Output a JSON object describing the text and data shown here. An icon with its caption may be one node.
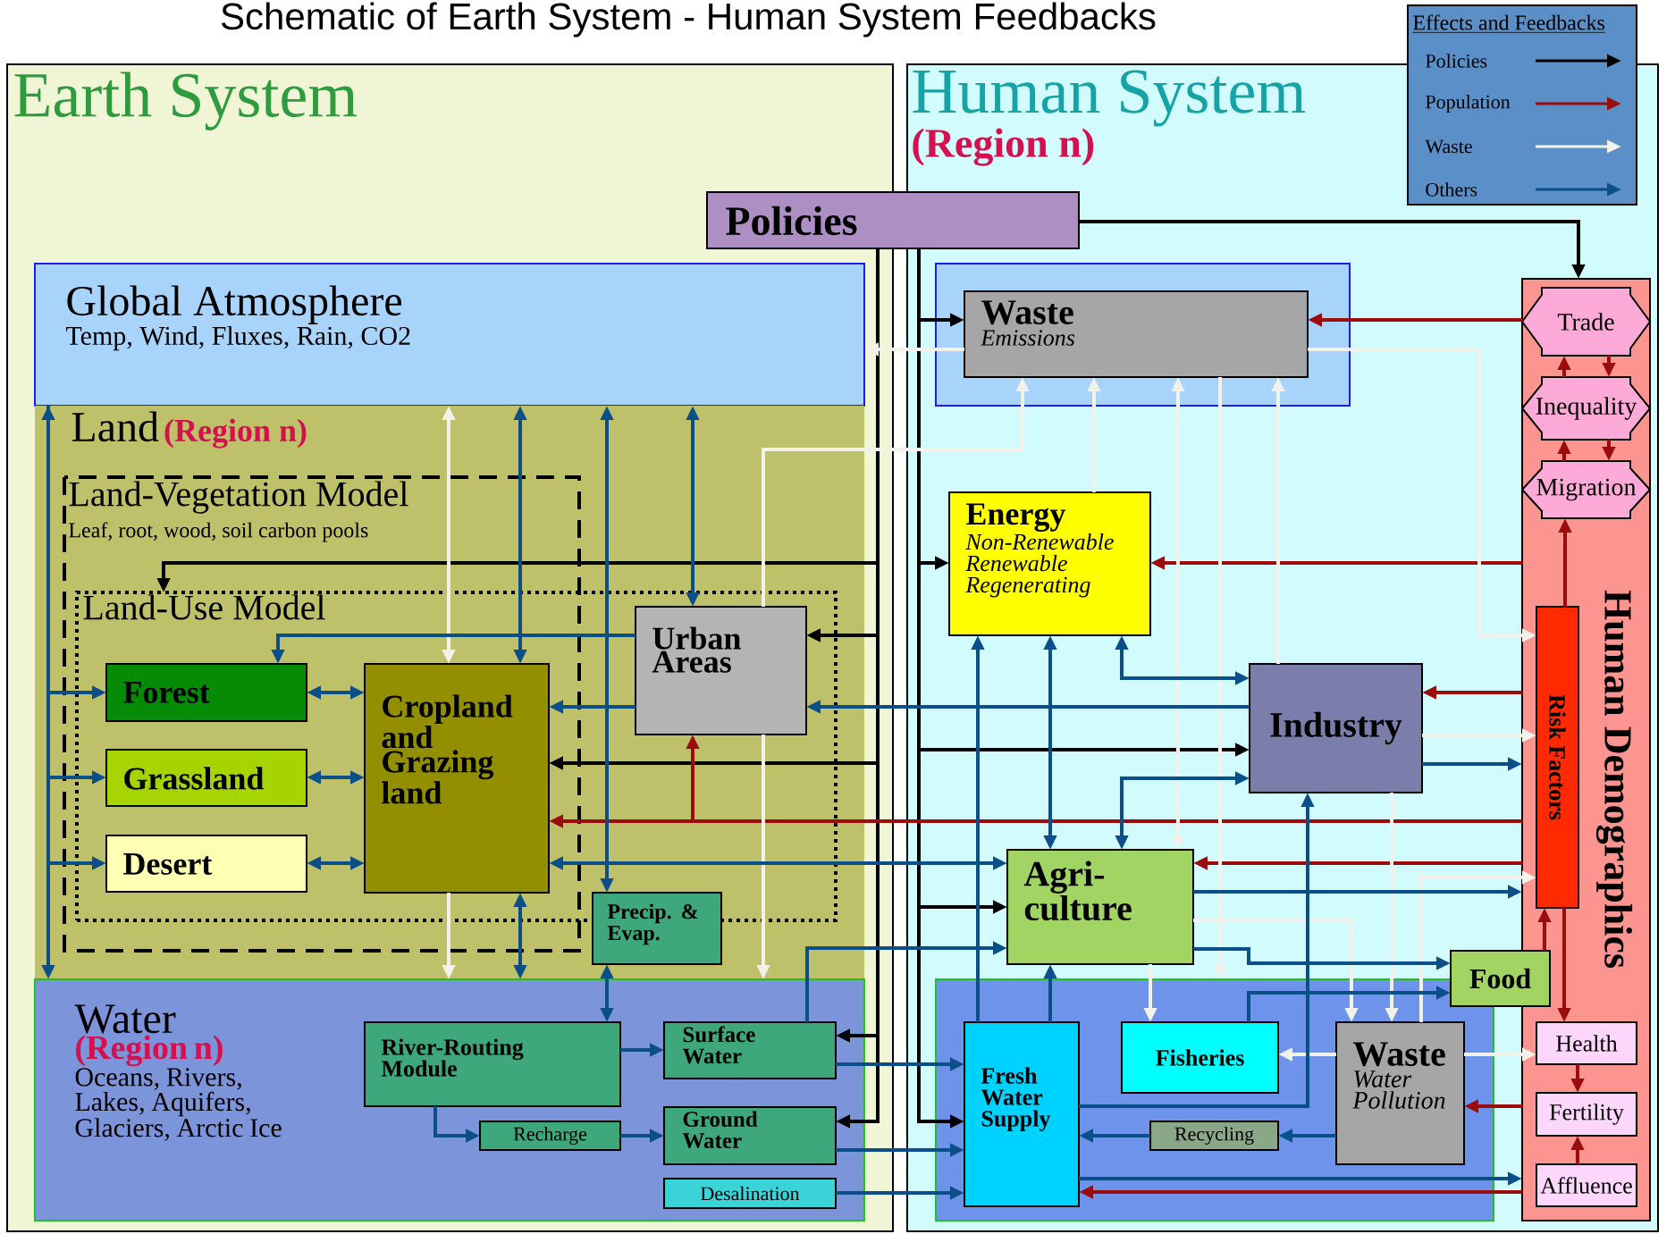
{
  "diagram": {
    "title": "Schematic of Earth System - Human System Feedbacks",
    "nodes": [
      {
        "text": [
          "Earth System"
        ]
      },
      {
        "text": [
          "Global Atmosphere",
          "Temp, Wind, Fluxes, Rain, CO2"
        ],
        "in": 0
      },
      {
        "text": [
          "Land",
          "(Region n)"
        ],
        "in": 0
      },
      {
        "text": [
          "Land-Use Model"
        ],
        "in": 2
      },
      {
        "text": [
          "Forest"
        ],
        "in": 3
      },
      {
        "text": [
          "Grassland"
        ],
        "in": 3
      },
      {
        "text": [
          "Desert"
        ],
        "in": 3
      },
      {
        "text": [
          "Cropland and Grazing land"
        ],
        "in": 3
      },
      {
        "text": [
          "Urban Areas"
        ],
        "in": 3
      },
      {
        "text": [
          "Precip. & Evap."
        ],
        "in": 2
      },
      {
        "text": [
          "Water",
          "(Region n)",
          "Oceans, Rivers, Lakes, Aquifers, Glaciers, Arctic Ice"
        ],
        "in": 0
      },
      {
        "text": [
          "River-Routing Module"
        ],
        "in": 10
      },
      {
        "text": [
          "Surface Water"
        ],
        "in": 10
      },
      {
        "text": [
          "Recharge"
        ],
        "in": 10
      },
      {
        "text": [
          "Ground Water"
        ],
        "in": 10
      },
      {
        "text": [
          "Desalination"
        ],
        "in": 10
      },
      {
        "text": [
          "Human System",
          "(Region n)"
        ]
      },
      {
        "text": [
          "Policies"
        ]
      },
      {
        "text": [],
        "shape": "box",
        "in": 16
      },
      {
        "text": [
          "Waste",
          "Emissions"
        ],
        "in": 18
      },
      {
        "text": [
          "Energy",
          "Non-Renewable",
          "Renewable",
          "Regenerating"
        ],
        "in": 16
      },
      {
        "text": [
          "Industry"
        ],
        "in": 16
      },
      {
        "text": [
          "Agri- culture"
        ],
        "in": 16
      },
      {
        "text": [
          "Food"
        ],
        "in": 16
      },
      {
        "text": [],
        "shape": "box",
        "in": 16
      },
      {
        "text": [
          "Fresh Water Supply"
        ],
        "in": 24
      },
      {
        "text": [
          "Fisheries"
        ],
        "in": 24
      },
      {
        "text": [
          "Waste",
          "Water Pollution"
        ],
        "in": 24
      },
      {
        "text": [
          "Recycling"
        ],
        "in": 24
      },
      {
        "text": [
          "Human Demographics"
        ],
        "in": 16
      },
      {
        "text": [
          "Trade"
        ],
        "in": 29
      },
      {
        "text": [
          "Inequality"
        ],
        "in": 29
      },
      {
        "text": [
          "Migration"
        ],
        "in": 29
      },
      {
        "text": [
          "Risk Factors"
        ],
        "in": 29
      },
      {
        "text": [
          "Health"
        ],
        "in": 29
      },
      {
        "text": [
          "Fertility"
        ],
        "in": 29
      },
      {
        "text": [
          "Affluence"
        ],
        "in": 29
      }
    ],
    "edges": [
      {
        "from": 17,
        "to": 3,
        "arrow": "to",
        "color": "#000000"
      },
      {
        "from": 17,
        "to": 8,
        "arrow": "to",
        "color": "#000000"
      },
      {
        "from": 17,
        "to": 7,
        "arrow": "to",
        "color": "#000000"
      },
      {
        "from": 17,
        "to": 12,
        "arrow": "to",
        "color": "#000000"
      },
      {
        "from": 17,
        "to": 14,
        "arrow": "to",
        "color": "#000000"
      },
      {
        "from": 17,
        "to": 19,
        "arrow": "to",
        "color": "#000000"
      },
      {
        "from": 17,
        "to": 20,
        "arrow": "to",
        "color": "#000000"
      },
      {
        "from": 17,
        "to": 21,
        "arrow": "to",
        "color": "#000000"
      },
      {
        "from": 17,
        "to": 22,
        "arrow": "to",
        "color": "#000000"
      },
      {
        "from": 17,
        "to": 25,
        "arrow": "to",
        "color": "#000000"
      },
      {
        "from": 17,
        "to": 29,
        "arrow": "to",
        "color": "#000000"
      },
      {
        "from": 29,
        "to": 19,
        "arrow": "to",
        "color": "#9b0d0d"
      },
      {
        "from": 29,
        "to": 20,
        "arrow": "to",
        "color": "#9b0d0d"
      },
      {
        "from": 29,
        "to": 21,
        "arrow": "to",
        "color": "#9b0d0d"
      },
      {
        "from": 29,
        "to": 7,
        "arrow": "to",
        "color": "#9b0d0d"
      },
      {
        "from": 29,
        "to": 8,
        "arrow": "to",
        "color": "#9b0d0d"
      },
      {
        "from": 29,
        "to": 22,
        "arrow": "to",
        "color": "#9b0d0d"
      },
      {
        "from": 29,
        "to": 27,
        "arrow": "to",
        "color": "#9b0d0d"
      },
      {
        "from": 29,
        "to": 25,
        "arrow": "to",
        "color": "#9b0d0d"
      },
      {
        "from": 33,
        "to": 32,
        "arrow": "to",
        "color": "#9b0d0d"
      },
      {
        "from": 23,
        "to": 33,
        "arrow": "to",
        "color": "#9b0d0d"
      },
      {
        "from": 33,
        "to": 34,
        "arrow": "to",
        "color": "#9b0d0d"
      },
      {
        "from": 34,
        "to": 35,
        "arrow": "to",
        "color": "#9b0d0d"
      },
      {
        "from": 36,
        "to": 35,
        "arrow": "to",
        "color": "#9b0d0d"
      },
      {
        "from": 31,
        "to": 30,
        "arrow": "to",
        "color": "#9b0d0d"
      },
      {
        "from": 30,
        "to": 31,
        "arrow": "to",
        "color": "#9b0d0d"
      },
      {
        "from": 32,
        "to": 31,
        "arrow": "to",
        "color": "#9b0d0d"
      },
      {
        "from": 31,
        "to": 32,
        "arrow": "to",
        "color": "#9b0d0d"
      },
      {
        "from": 19,
        "to": 1,
        "arrow": "to",
        "color": "#f2f2ea"
      },
      {
        "from": 19,
        "to": 33,
        "arrow": "to",
        "color": "#f2f2ea"
      },
      {
        "from": 20,
        "to": 19,
        "arrow": "to",
        "color": "#f2f2ea"
      },
      {
        "from": 21,
        "to": 19,
        "arrow": "to",
        "color": "#f2f2ea"
      },
      {
        "from": 22,
        "to": 19,
        "arrow": "both",
        "color": "#f2f2ea"
      },
      {
        "from": 19,
        "to": 24,
        "arrow": "to",
        "color": "#f2f2ea"
      },
      {
        "from": 7,
        "to": 1,
        "arrow": "both",
        "color": "#f2f2ea"
      },
      {
        "from": 7,
        "to": 10,
        "arrow": "to",
        "color": "#f2f2ea"
      },
      {
        "from": 8,
        "to": 19,
        "arrow": "to",
        "color": "#f2f2ea"
      },
      {
        "from": 8,
        "to": 10,
        "arrow": "to",
        "color": "#f2f2ea"
      },
      {
        "from": 22,
        "to": 26,
        "arrow": "to",
        "color": "#f2f2ea"
      },
      {
        "from": 22,
        "to": 27,
        "arrow": "to",
        "color": "#f2f2ea"
      },
      {
        "from": 21,
        "to": 27,
        "arrow": "to",
        "color": "#f2f2ea"
      },
      {
        "from": 21,
        "to": 33,
        "arrow": "to",
        "color": "#f2f2ea"
      },
      {
        "from": 27,
        "to": 33,
        "arrow": "to",
        "color": "#f2f2ea"
      },
      {
        "from": 27,
        "to": 26,
        "arrow": "to",
        "color": "#f2f2ea"
      },
      {
        "from": 27,
        "to": 34,
        "arrow": "to",
        "color": "#f2f2ea"
      },
      {
        "from": 1,
        "to": 10,
        "arrow": "both"
      },
      {
        "from": 1,
        "to": 4,
        "arrow": "to"
      },
      {
        "from": 1,
        "to": 5,
        "arrow": "to"
      },
      {
        "from": 1,
        "to": 6,
        "arrow": "to"
      },
      {
        "from": 4,
        "to": 7,
        "arrow": "both"
      },
      {
        "from": 5,
        "to": 7,
        "arrow": "both"
      },
      {
        "from": 6,
        "to": 7,
        "arrow": "both"
      },
      {
        "from": 1,
        "to": 7,
        "arrow": "both"
      },
      {
        "from": 7,
        "to": 10,
        "arrow": "both"
      },
      {
        "from": 1,
        "to": 9,
        "arrow": "both"
      },
      {
        "from": 1,
        "to": 8,
        "arrow": "both"
      },
      {
        "from": 8,
        "to": 4,
        "arrow": "to"
      },
      {
        "from": 8,
        "to": 7,
        "arrow": "to"
      },
      {
        "from": 21,
        "to": 8,
        "arrow": "to"
      },
      {
        "from": 7,
        "to": 22,
        "arrow": "both"
      },
      {
        "from": 9,
        "to": 11,
        "arrow": "both"
      },
      {
        "from": 11,
        "to": 12,
        "arrow": "to"
      },
      {
        "from": 11,
        "to": 13,
        "arrow": "to"
      },
      {
        "from": 13,
        "to": 14,
        "arrow": "to"
      },
      {
        "from": 12,
        "to": 25,
        "arrow": "to"
      },
      {
        "from": 14,
        "to": 25,
        "arrow": "to"
      },
      {
        "from": 15,
        "to": 25,
        "arrow": "to"
      },
      {
        "from": 12,
        "to": 22,
        "arrow": "to"
      },
      {
        "from": 22,
        "to": 23,
        "arrow": "to"
      },
      {
        "from": 26,
        "to": 23,
        "arrow": "to"
      },
      {
        "from": 22,
        "to": 29,
        "arrow": "to"
      },
      {
        "from": 21,
        "to": 29,
        "arrow": "to"
      },
      {
        "from": 25,
        "to": 29,
        "arrow": "to"
      },
      {
        "from": 20,
        "to": 21,
        "arrow": "both"
      },
      {
        "from": 20,
        "to": 22,
        "arrow": "both"
      },
      {
        "from": 25,
        "to": 20,
        "arrow": "to"
      },
      {
        "from": 22,
        "to": 21,
        "arrow": "both"
      },
      {
        "from": 25,
        "to": 22,
        "arrow": "to"
      },
      {
        "from": 25,
        "to": 21,
        "arrow": "to"
      },
      {
        "from": 27,
        "to": 28,
        "arrow": "to"
      },
      {
        "from": 28,
        "to": 25,
        "arrow": "to"
      }
    ],
    "labels": [
      "Effects and Feedbacks",
      "Land-Vegetation Model",
      "Leaf, root, wood, soil carbon pools"
    ],
    "legend": [
      {
        "text": "Policies",
        "color": "#000000"
      },
      {
        "text": "Population",
        "color": "#9b0d0d"
      },
      {
        "text": "Waste",
        "color": "#f2f2ea"
      },
      {
        "text": "Others",
        "color": "#0b4f8a"
      }
    ]
  }
}
